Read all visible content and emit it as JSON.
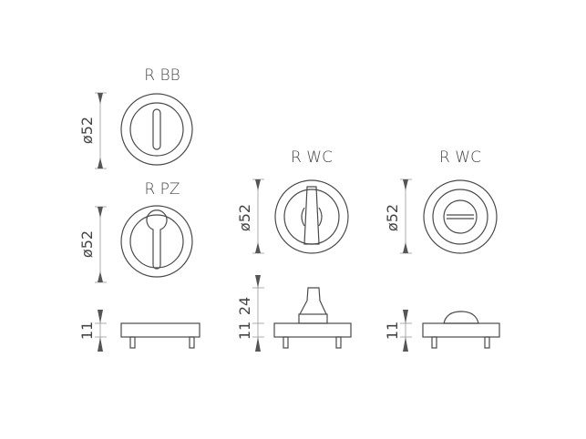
{
  "views": [
    {
      "title": "R BB",
      "dimension": "ø52"
    },
    {
      "title": "R PZ",
      "dimension": "ø52"
    },
    {
      "title": "R WC",
      "dimension": "ø52"
    },
    {
      "title": "R WC",
      "dimension": "ø52"
    }
  ],
  "side_views": [
    {
      "dimensions": [
        "11"
      ]
    },
    {
      "dimensions": [
        "11",
        "24"
      ]
    },
    {
      "dimensions": [
        "11"
      ]
    }
  ]
}
